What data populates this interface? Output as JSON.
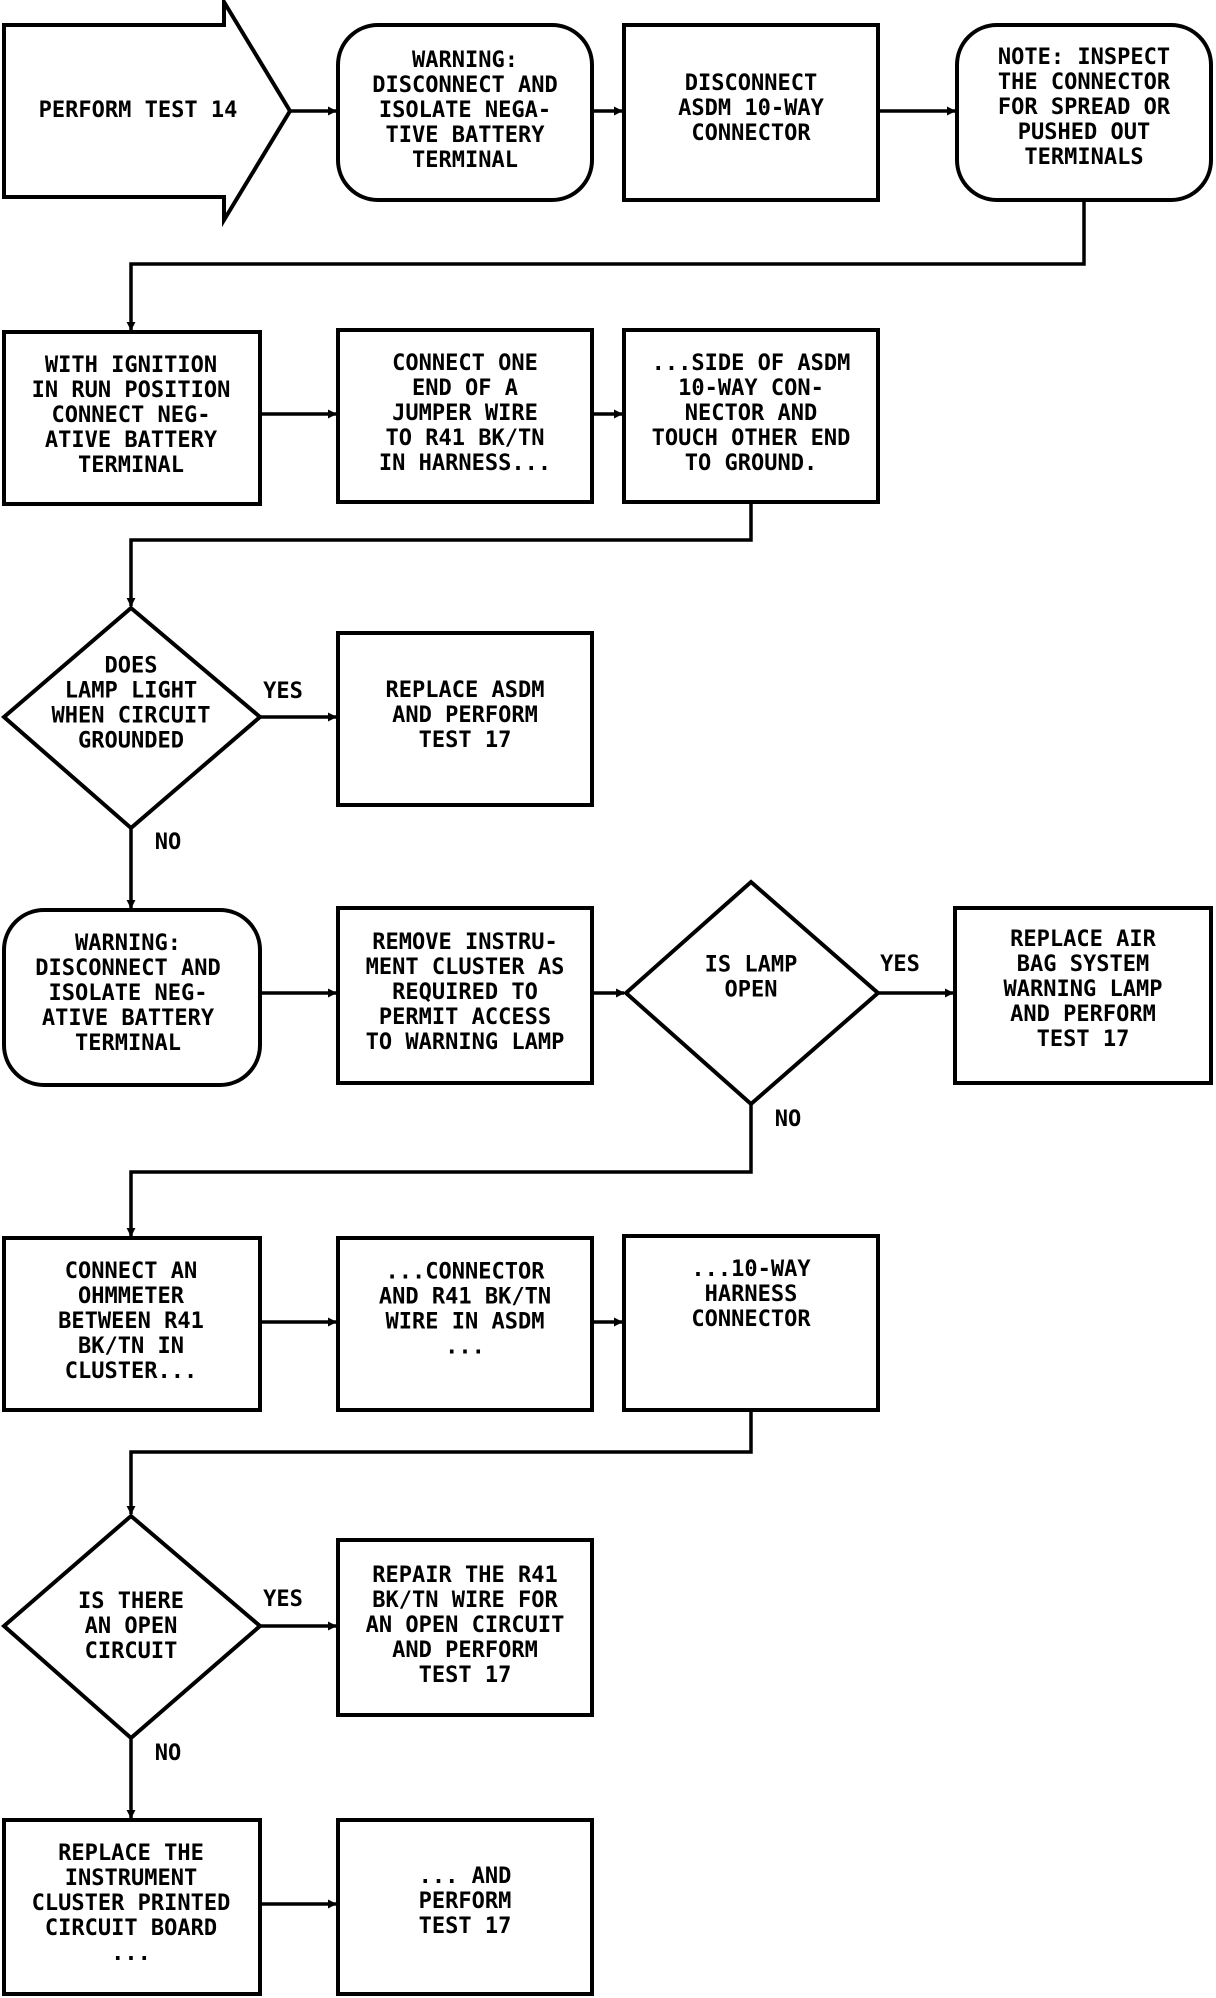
{
  "nodes": {
    "start": {
      "lines": [
        "PERFORM TEST 14"
      ]
    },
    "warning_1": {
      "lines": [
        "WARNING:",
        "DISCONNECT AND",
        "ISOLATE NEGA-",
        "TIVE BATTERY",
        "TERMINAL"
      ]
    },
    "disconnect": {
      "lines": [
        "DISCONNECT",
        "ASDM 10-WAY",
        "CONNECTOR"
      ]
    },
    "note": {
      "lines": [
        "NOTE: INSPECT",
        "THE CONNECTOR",
        "FOR SPREAD OR",
        "PUSHED OUT",
        "TERMINALS"
      ]
    },
    "ignition": {
      "lines": [
        "WITH IGNITION",
        "IN RUN POSITION",
        "CONNECT NEG-",
        "ATIVE BATTERY",
        "TERMINAL"
      ]
    },
    "jumper": {
      "lines": [
        "CONNECT ONE",
        "END OF A",
        "JUMPER WIRE",
        "TO R41 BK/TN",
        "IN HARNESS..."
      ]
    },
    "side": {
      "lines": [
        "...SIDE OF ASDM",
        "10-WAY CON-",
        "NECTOR AND",
        "TOUCH OTHER END",
        "TO GROUND."
      ]
    },
    "dec_lamp_light": {
      "lines": [
        "DOES",
        "LAMP LIGHT",
        "WHEN CIRCUIT",
        "GROUNDED"
      ]
    },
    "replace_asdm": {
      "lines": [
        "REPLACE ASDM",
        "AND PERFORM",
        "TEST 17"
      ]
    },
    "warning_2": {
      "lines": [
        "WARNING:",
        "DISCONNECT AND",
        "ISOLATE NEG-",
        "ATIVE BATTERY",
        "TERMINAL"
      ]
    },
    "remove_cluster": {
      "lines": [
        "REMOVE INSTRU-",
        "MENT CLUSTER AS",
        "REQUIRED TO",
        "PERMIT ACCESS",
        "TO WARNING LAMP"
      ]
    },
    "dec_lamp_open": {
      "lines": [
        "IS LAMP",
        "OPEN"
      ]
    },
    "replace_lamp": {
      "lines": [
        "REPLACE AIR",
        "BAG SYSTEM",
        "WARNING LAMP",
        "AND PERFORM",
        "TEST 17"
      ]
    },
    "ohmmeter": {
      "lines": [
        "CONNECT AN",
        "OHMMETER",
        "BETWEEN R41",
        "BK/TN IN",
        "CLUSTER..."
      ]
    },
    "connector_wire": {
      "lines": [
        "...CONNECTOR",
        "AND R41 BK/TN",
        "WIRE IN ASDM",
        "..."
      ]
    },
    "harness": {
      "lines": [
        "...10-WAY",
        "HARNESS",
        "CONNECTOR"
      ]
    },
    "dec_open_circuit": {
      "lines": [
        "IS THERE",
        "AN OPEN",
        "CIRCUIT"
      ]
    },
    "repair": {
      "lines": [
        "REPAIR THE R41",
        "BK/TN WIRE FOR",
        "AN OPEN CIRCUIT",
        "AND PERFORM",
        "TEST 17"
      ]
    },
    "replace_board": {
      "lines": [
        "REPLACE THE",
        "INSTRUMENT",
        "CLUSTER PRINTED",
        "CIRCUIT BOARD",
        "..."
      ]
    },
    "and_perform": {
      "lines": [
        "... AND",
        "PERFORM",
        "TEST 17"
      ]
    }
  },
  "edge_labels": {
    "lamp_light_yes": "YES",
    "lamp_light_no": "NO",
    "lamp_open_yes": "YES",
    "lamp_open_no": "NO",
    "open_circuit_yes": "YES",
    "open_circuit_no": "NO"
  }
}
